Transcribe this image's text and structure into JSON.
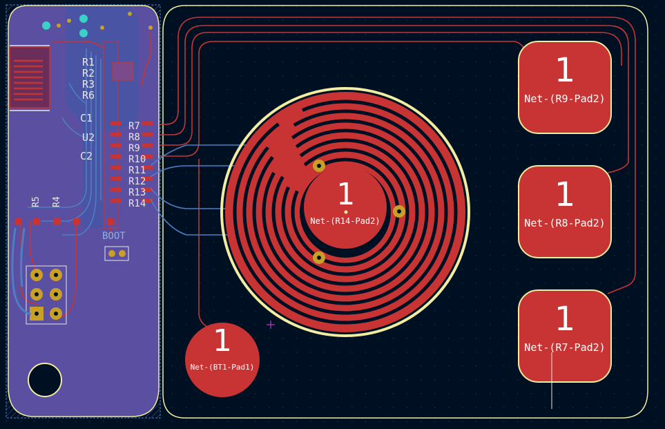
{
  "colors": {
    "background": "#001023",
    "front_copper": "#c83434",
    "back_copper": "#4d7fc4",
    "outline": "#f2eda1",
    "pad_gold": "#c8a028",
    "silk": "#e8e8e8",
    "via_cyan": "#3ad2c8",
    "back_zone": "#5a4fa0"
  },
  "pads": {
    "r9": {
      "number": "1",
      "net": "Net-(R9-Pad2)"
    },
    "r8": {
      "number": "1",
      "net": "Net-(R8-Pad2)"
    },
    "r7": {
      "number": "1",
      "net": "Net-(R7-Pad2)"
    },
    "bt1": {
      "number": "1",
      "net": "Net-(BT1-Pad1)"
    },
    "r14": {
      "number": "1",
      "net": "Net-(R14-Pad2)"
    }
  },
  "refs": {
    "r1": "R1",
    "r2": "R2",
    "r3": "R3",
    "r6": "R6",
    "c1": "C1",
    "u2": "U2",
    "c2": "C2",
    "r7": "R7",
    "r8": "R8",
    "r9": "R9",
    "r10": "R10",
    "r11": "R11",
    "r12": "R12",
    "r13": "R13",
    "r14": "R14",
    "r5": "R5",
    "r4": "R4",
    "boot": "BOOT"
  }
}
